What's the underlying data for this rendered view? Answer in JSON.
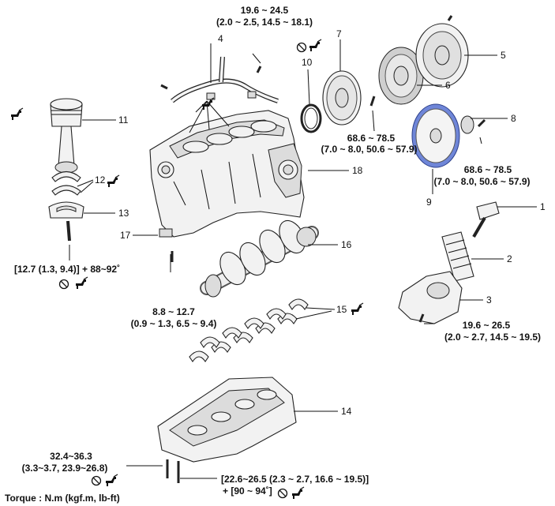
{
  "callouts": {
    "n1": "1",
    "n2": "2",
    "n3": "3",
    "n4": "4",
    "n5": "5",
    "n6": "6",
    "n7": "7",
    "n8": "8",
    "n9": "9",
    "n10": "10",
    "n11": "11",
    "n12": "12",
    "n13": "13",
    "n14": "14",
    "n15": "15",
    "n16": "16",
    "n17": "17",
    "n18": "18"
  },
  "torques": {
    "t_top_1": "19.6 ~ 24.5",
    "t_top_2": "(2.0 ~ 2.5, 14.5 ~ 18.1)",
    "t_flywheel_1": "68.6 ~ 78.5",
    "t_flywheel_2": "(7.0 ~ 8.0, 50.6 ~ 57.9)",
    "t_drive_1": "68.6 ~ 78.5",
    "t_drive_2": "(7.0 ~ 8.0, 50.6 ~ 57.9)",
    "t_rod": "[12.7 (1.3, 9.4)] + 88~92˚",
    "t_jet_1": "8.8 ~ 12.7",
    "t_jet_2": "(0.9 ~ 1.3, 6.5 ~ 9.4)",
    "t_filter_1": "19.6 ~ 26.5",
    "t_filter_2": "(2.0 ~ 2.7, 14.5 ~ 19.5)",
    "t_bed_1": "32.4~36.3",
    "t_bed_2": "(3.3~3.7, 23.9~26.8)",
    "t_main_1": "[22.6~26.5 (2.3 ~ 2.7, 16.6 ~ 19.5)]",
    "t_main_2": "+ [90 ~ 94˚]"
  },
  "footer": {
    "unit_note": "Torque : N.m (kgf.m, lb-ft)"
  },
  "colors": {
    "line": "#111111",
    "part_fill": "#f2f2f2",
    "drive_plate": "#6f86d8"
  },
  "icons": [
    "no-reuse-icon",
    "oil-can-icon"
  ]
}
